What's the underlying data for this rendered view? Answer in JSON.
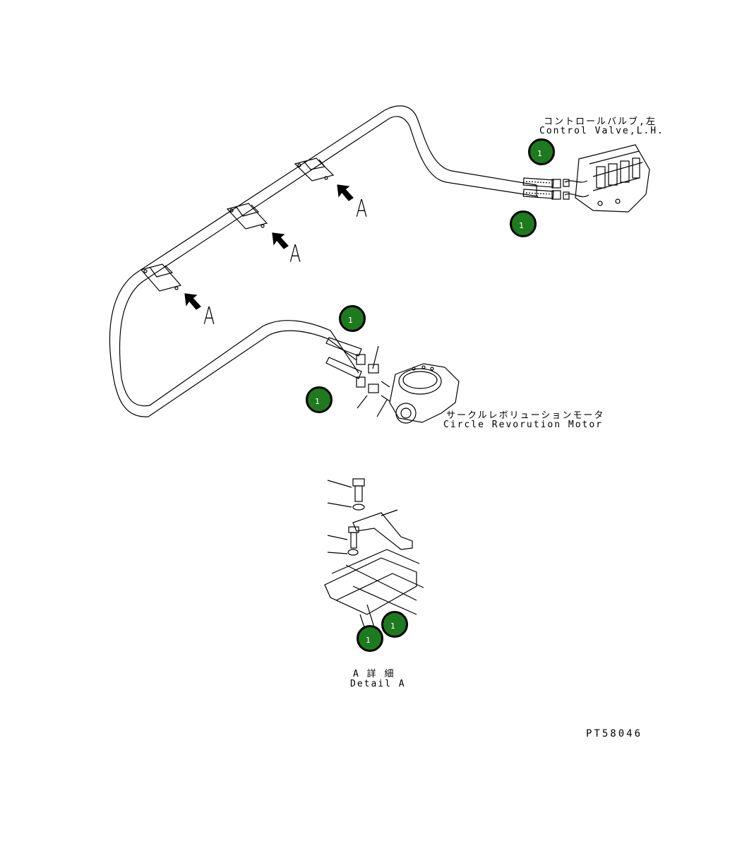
{
  "labels": {
    "control_valve_jp": "コントロールバルブ,左",
    "control_valve_en": "Control Valve,L.H.",
    "motor_jp": "サークルレボリューションモータ",
    "motor_en": "Circle Revorution Motor",
    "view_marker": "A",
    "detail_jp": "A 詳 細",
    "detail_en": "Detail A",
    "figure_id": "PT58046"
  },
  "callouts": [
    "1",
    "1",
    "1",
    "1",
    "1",
    "1"
  ],
  "colors": {
    "callout_fill": "#1e7a1e",
    "line": "#000000"
  }
}
